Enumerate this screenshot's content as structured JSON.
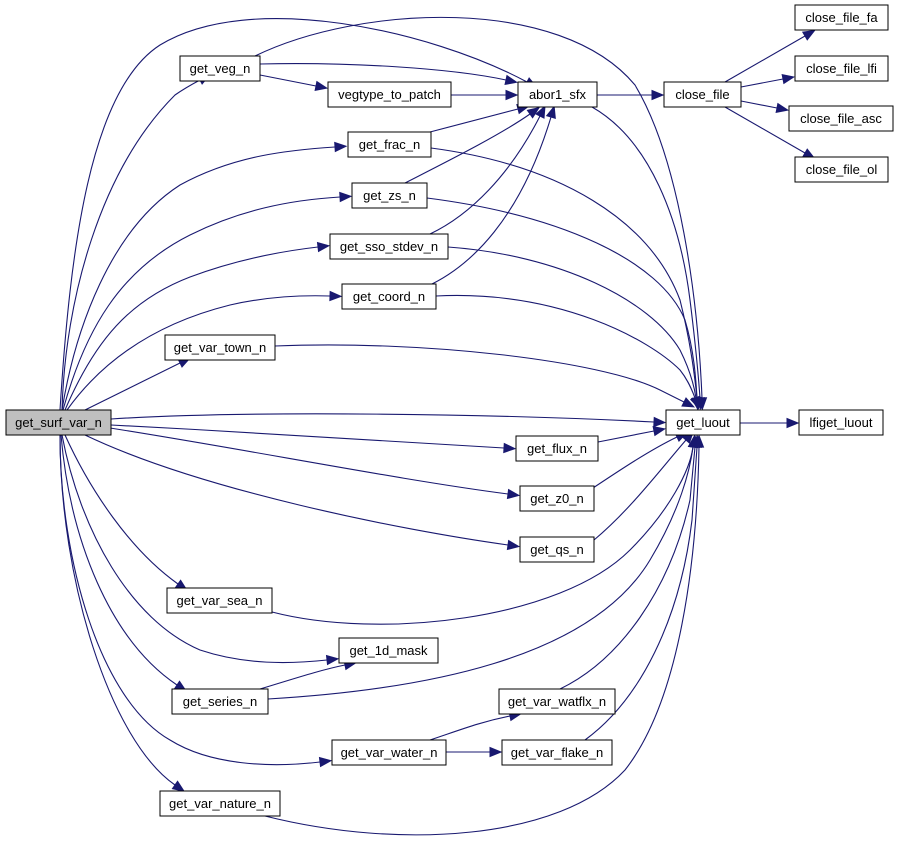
{
  "graph": {
    "nodes": {
      "get_surf_var_n": "get_surf_var_n",
      "get_veg_n": "get_veg_n",
      "vegtype_to_patch": "vegtype_to_patch",
      "abor1_sfx": "abor1_sfx",
      "close_file": "close_file",
      "close_file_fa": "close_file_fa",
      "close_file_lfi": "close_file_lfi",
      "close_file_asc": "close_file_asc",
      "close_file_ol": "close_file_ol",
      "get_frac_n": "get_frac_n",
      "get_zs_n": "get_zs_n",
      "get_sso_stdev_n": "get_sso_stdev_n",
      "get_coord_n": "get_coord_n",
      "get_var_town_n": "get_var_town_n",
      "get_luout": "get_luout",
      "lfiget_luout": "lfiget_luout",
      "get_flux_n": "get_flux_n",
      "get_z0_n": "get_z0_n",
      "get_qs_n": "get_qs_n",
      "get_var_sea_n": "get_var_sea_n",
      "get_1d_mask": "get_1d_mask",
      "get_series_n": "get_series_n",
      "get_var_watflx_n": "get_var_watflx_n",
      "get_var_water_n": "get_var_water_n",
      "get_var_flake_n": "get_var_flake_n",
      "get_var_nature_n": "get_var_nature_n"
    },
    "edges": [
      [
        "get_surf_var_n",
        "get_veg_n"
      ],
      [
        "get_surf_var_n",
        "abor1_sfx"
      ],
      [
        "get_surf_var_n",
        "get_luout"
      ],
      [
        "get_surf_var_n",
        "get_frac_n"
      ],
      [
        "get_surf_var_n",
        "get_zs_n"
      ],
      [
        "get_surf_var_n",
        "get_sso_stdev_n"
      ],
      [
        "get_surf_var_n",
        "get_coord_n"
      ],
      [
        "get_surf_var_n",
        "get_var_town_n"
      ],
      [
        "get_surf_var_n",
        "get_flux_n"
      ],
      [
        "get_surf_var_n",
        "get_z0_n"
      ],
      [
        "get_surf_var_n",
        "get_qs_n"
      ],
      [
        "get_surf_var_n",
        "get_var_sea_n"
      ],
      [
        "get_surf_var_n",
        "get_1d_mask"
      ],
      [
        "get_surf_var_n",
        "get_series_n"
      ],
      [
        "get_surf_var_n",
        "get_var_water_n"
      ],
      [
        "get_surf_var_n",
        "get_var_nature_n"
      ],
      [
        "get_veg_n",
        "vegtype_to_patch"
      ],
      [
        "get_veg_n",
        "abor1_sfx"
      ],
      [
        "get_veg_n",
        "get_luout"
      ],
      [
        "vegtype_to_patch",
        "abor1_sfx"
      ],
      [
        "abor1_sfx",
        "close_file"
      ],
      [
        "abor1_sfx",
        "get_luout"
      ],
      [
        "close_file",
        "close_file_fa"
      ],
      [
        "close_file",
        "close_file_lfi"
      ],
      [
        "close_file",
        "close_file_asc"
      ],
      [
        "close_file",
        "close_file_ol"
      ],
      [
        "get_frac_n",
        "abor1_sfx"
      ],
      [
        "get_frac_n",
        "get_luout"
      ],
      [
        "get_zs_n",
        "abor1_sfx"
      ],
      [
        "get_zs_n",
        "get_luout"
      ],
      [
        "get_sso_stdev_n",
        "abor1_sfx"
      ],
      [
        "get_sso_stdev_n",
        "get_luout"
      ],
      [
        "get_coord_n",
        "abor1_sfx"
      ],
      [
        "get_coord_n",
        "get_luout"
      ],
      [
        "get_var_town_n",
        "get_luout"
      ],
      [
        "get_luout",
        "lfiget_luout"
      ],
      [
        "get_flux_n",
        "get_luout"
      ],
      [
        "get_z0_n",
        "get_luout"
      ],
      [
        "get_qs_n",
        "get_luout"
      ],
      [
        "get_var_sea_n",
        "get_luout"
      ],
      [
        "get_series_n",
        "get_1d_mask"
      ],
      [
        "get_series_n",
        "get_luout"
      ],
      [
        "get_var_water_n",
        "get_var_watflx_n"
      ],
      [
        "get_var_water_n",
        "get_var_flake_n"
      ],
      [
        "get_var_watflx_n",
        "get_luout"
      ],
      [
        "get_var_flake_n",
        "get_luout"
      ],
      [
        "get_var_nature_n",
        "get_luout"
      ]
    ]
  },
  "colors": {
    "edge": "#191970",
    "root_fill": "#bfbfbf",
    "node_fill": "#ffffff",
    "node_border": "#000000"
  }
}
